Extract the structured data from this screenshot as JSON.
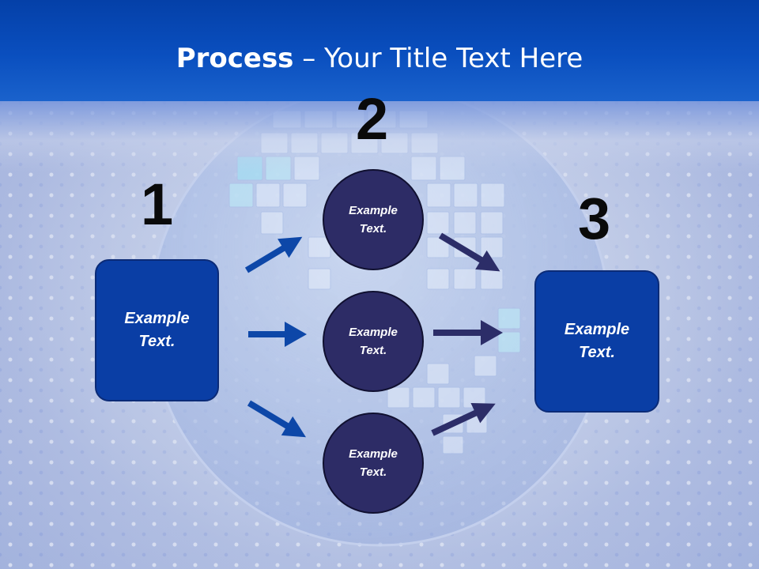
{
  "slide": {
    "title_bold": "Process",
    "title_rest": " – Your Title Text Here"
  },
  "steps": {
    "one": "1",
    "two": "2",
    "three": "3"
  },
  "nodes": {
    "left_box": "Example\nText.",
    "circle_top": "Example\nText.",
    "circle_middle": "Example\nText.",
    "circle_bottom": "Example\nText.",
    "right_box": "Example\nText."
  },
  "colors": {
    "header_blue": "#0a4fbf",
    "box_blue": "#0a3ea5",
    "circle_navy": "#2d2c66",
    "arrow_left_blue": "#0d47a8",
    "arrow_right_navy": "#2c2d68"
  }
}
